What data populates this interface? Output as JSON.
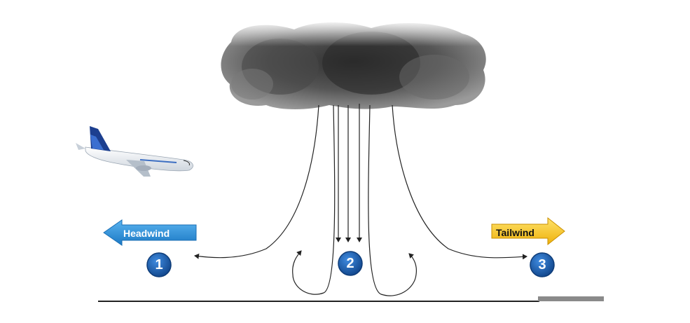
{
  "labels": {
    "headwind": "Headwind",
    "tailwind": "Tailwind"
  },
  "phases": [
    {
      "number": "1"
    },
    {
      "number": "2"
    },
    {
      "number": "3"
    }
  ],
  "colors": {
    "headwind_arrow": "#2e8fd8",
    "tailwind_arrow": "#f7c21a",
    "badge": "#1f5fae",
    "cloud": "#5a5a5a",
    "ground": "#222222",
    "runway": "#8a8a8a"
  },
  "icons": {
    "aircraft": "airliner-icon",
    "cloud": "storm-cloud-icon"
  }
}
